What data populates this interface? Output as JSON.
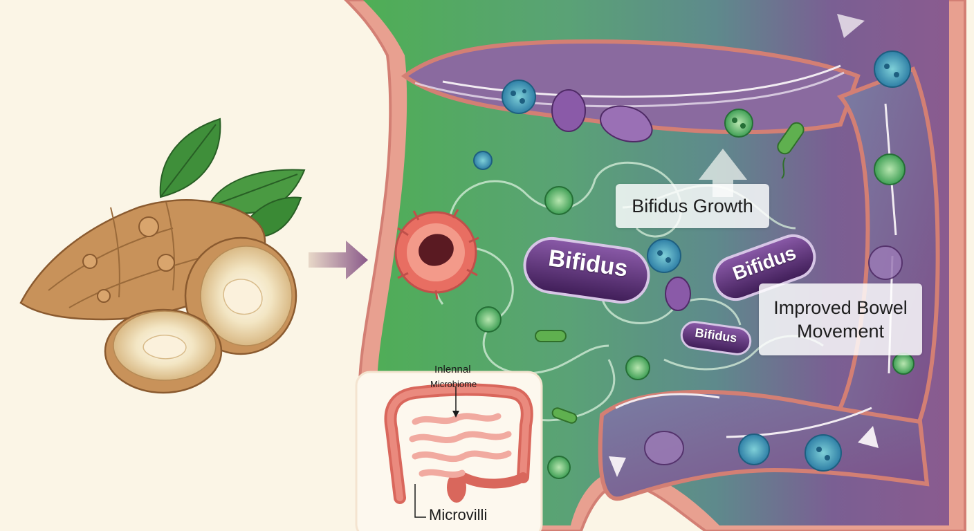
{
  "labels": {
    "bifidus_growth": "Bifidus Growth",
    "improved_line1": "Improved Bowel",
    "improved_line2": "Movement",
    "bifidus_large": "Bifidus",
    "bifidus_medium": "Bifidus",
    "bifidus_small": "Bifidus"
  },
  "inset": {
    "title_line1": "Inlennal",
    "title_line2": "Microbiome",
    "microvilli": "Microvilli"
  },
  "colors": {
    "background": "#fbf5e6",
    "gut_green": "#5cb85c",
    "gut_purple": "#7a4f8a",
    "gut_wall": "#e8a090",
    "pill_purple": "#5a2f72",
    "arrow": "#8a6a8a",
    "tuber": "#c8925a"
  }
}
